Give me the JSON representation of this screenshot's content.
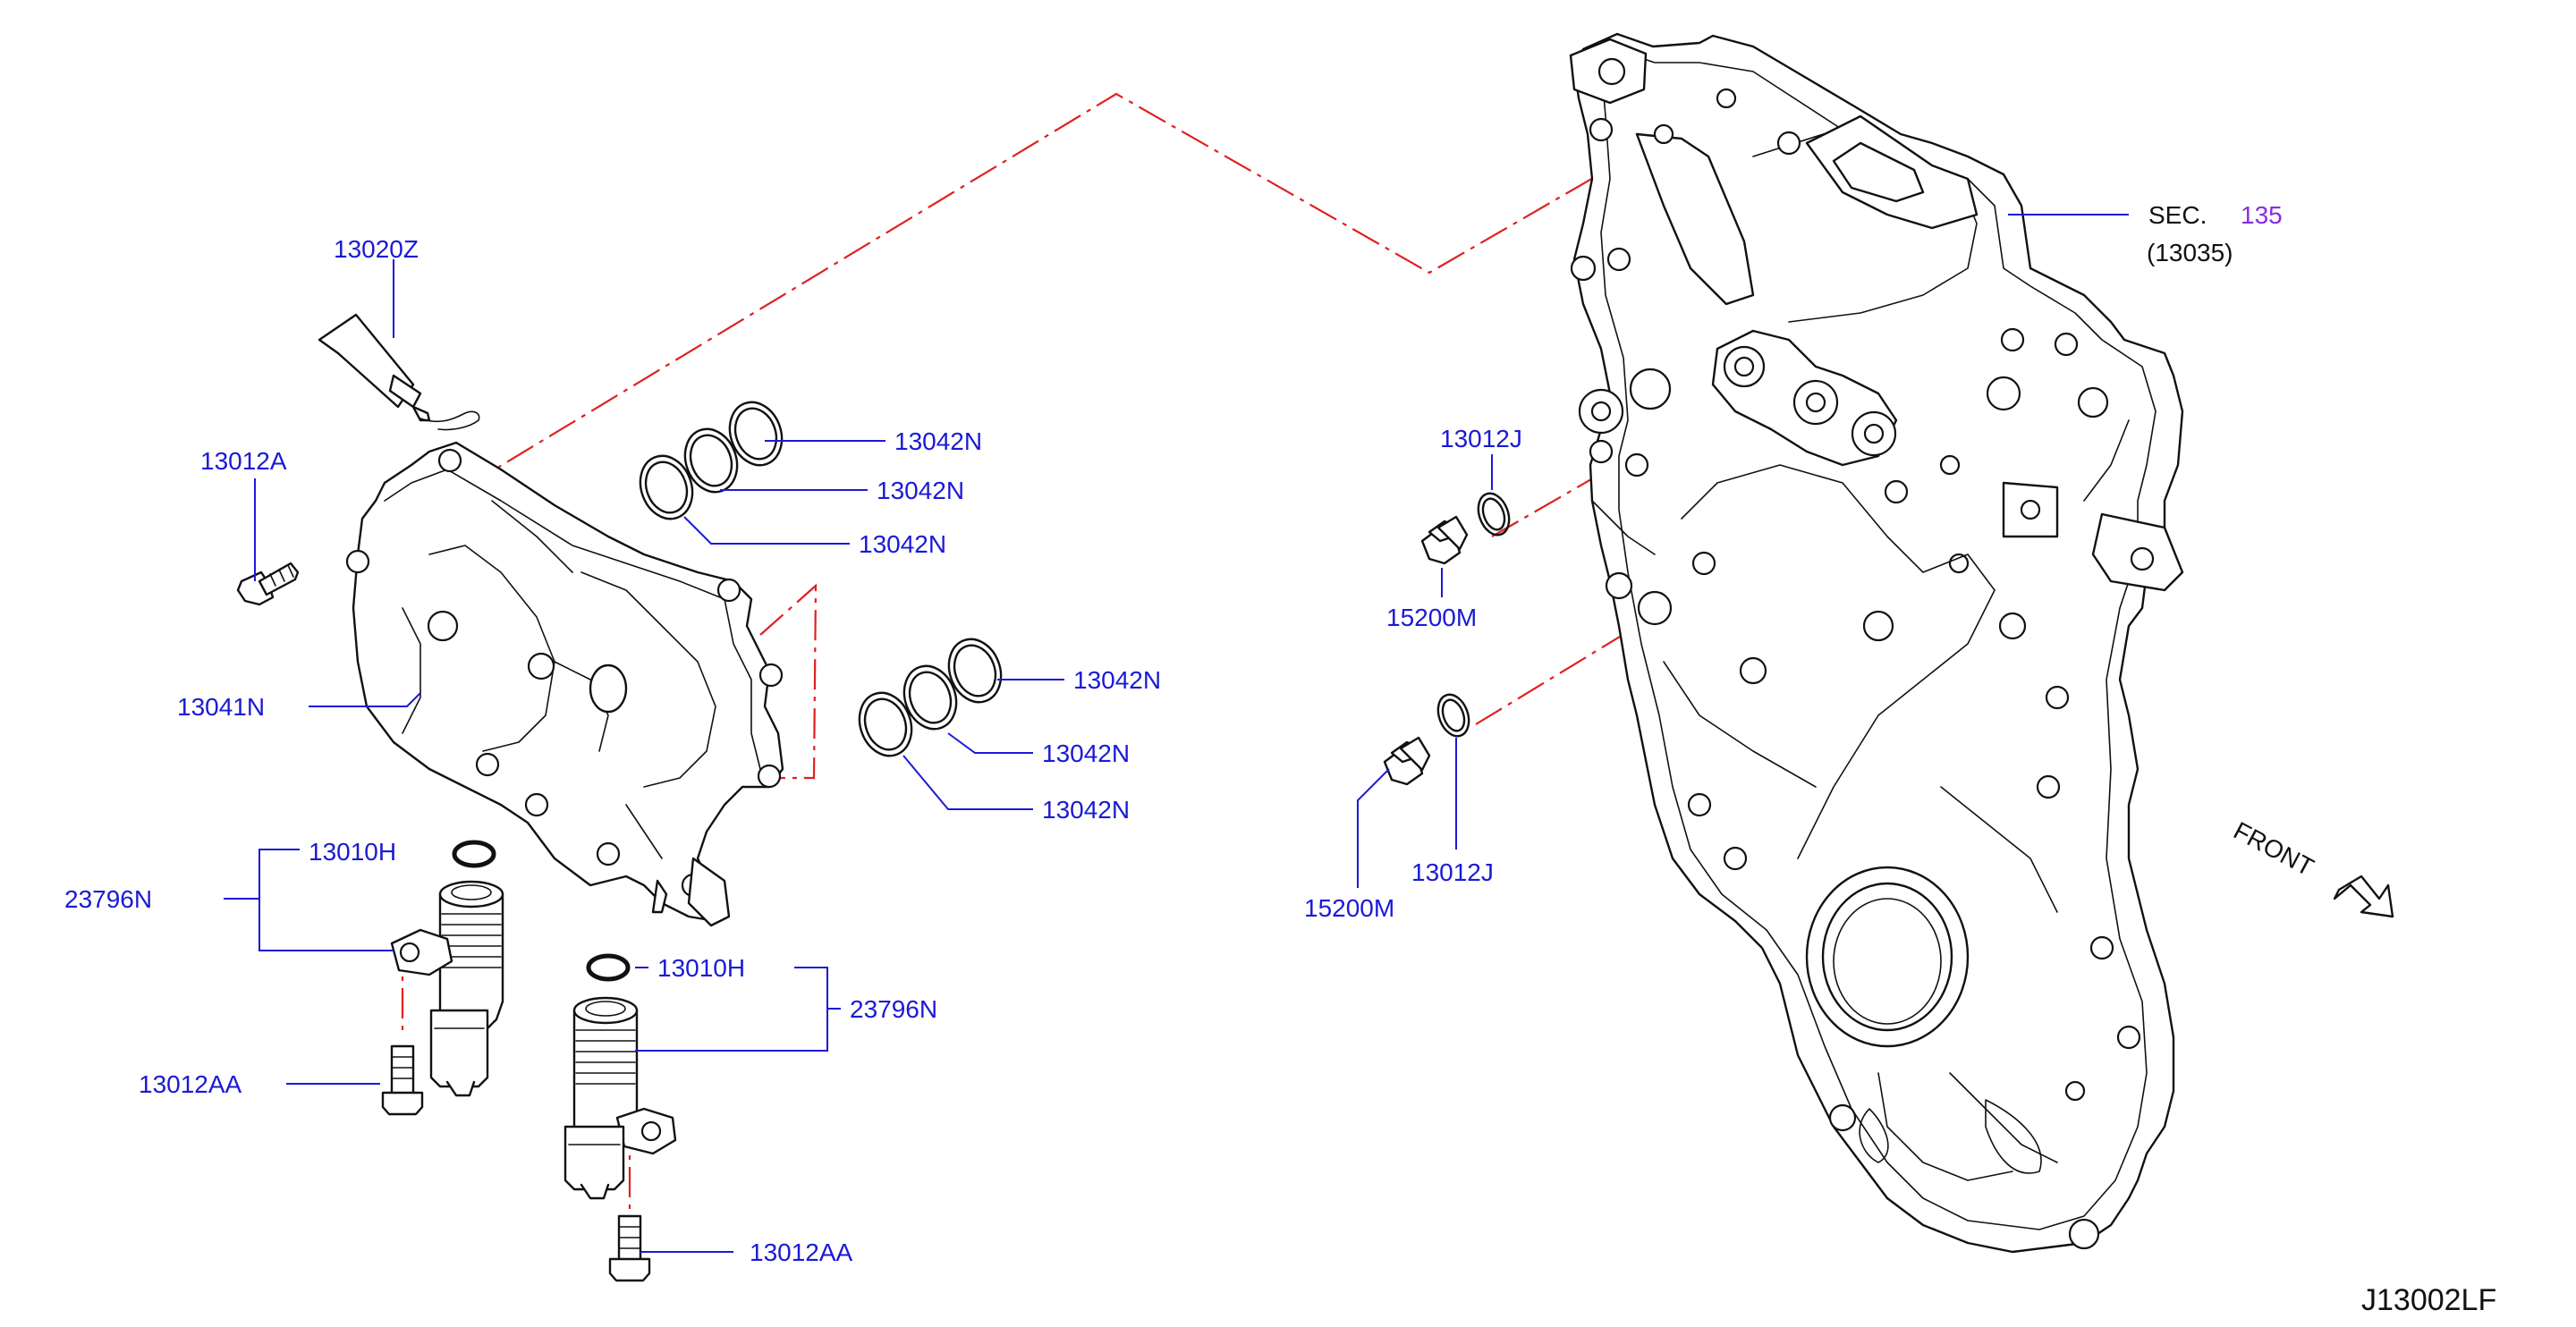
{
  "diagram_ref": "J13002LF",
  "front_label": "FRONT",
  "callouts": {
    "sealant": "13020Z",
    "bolt_cover": "13012A",
    "cover": "13041N",
    "seal_1": "13042N",
    "seal_2": "13042N",
    "seal_3": "13042N",
    "seal_4": "13042N",
    "seal_5": "13042N",
    "seal_6": "13042N",
    "oring_1": "13010H",
    "valve_1": "23796N",
    "bolt_valve_1": "13012AA",
    "oring_2": "13010H",
    "valve_2": "23796N",
    "bolt_valve_2": "13012AA",
    "washer_1": "13012J",
    "plug_1": "15200M",
    "washer_2": "13012J",
    "plug_2": "15200M"
  },
  "section_ref": {
    "prefix": "SEC.",
    "number": "135",
    "part": "(13035)"
  },
  "colors": {
    "callout_text": "#1a1ad6",
    "section_link": "#8a2be2",
    "phantom_line": "#e02020",
    "linework": "#111111"
  }
}
